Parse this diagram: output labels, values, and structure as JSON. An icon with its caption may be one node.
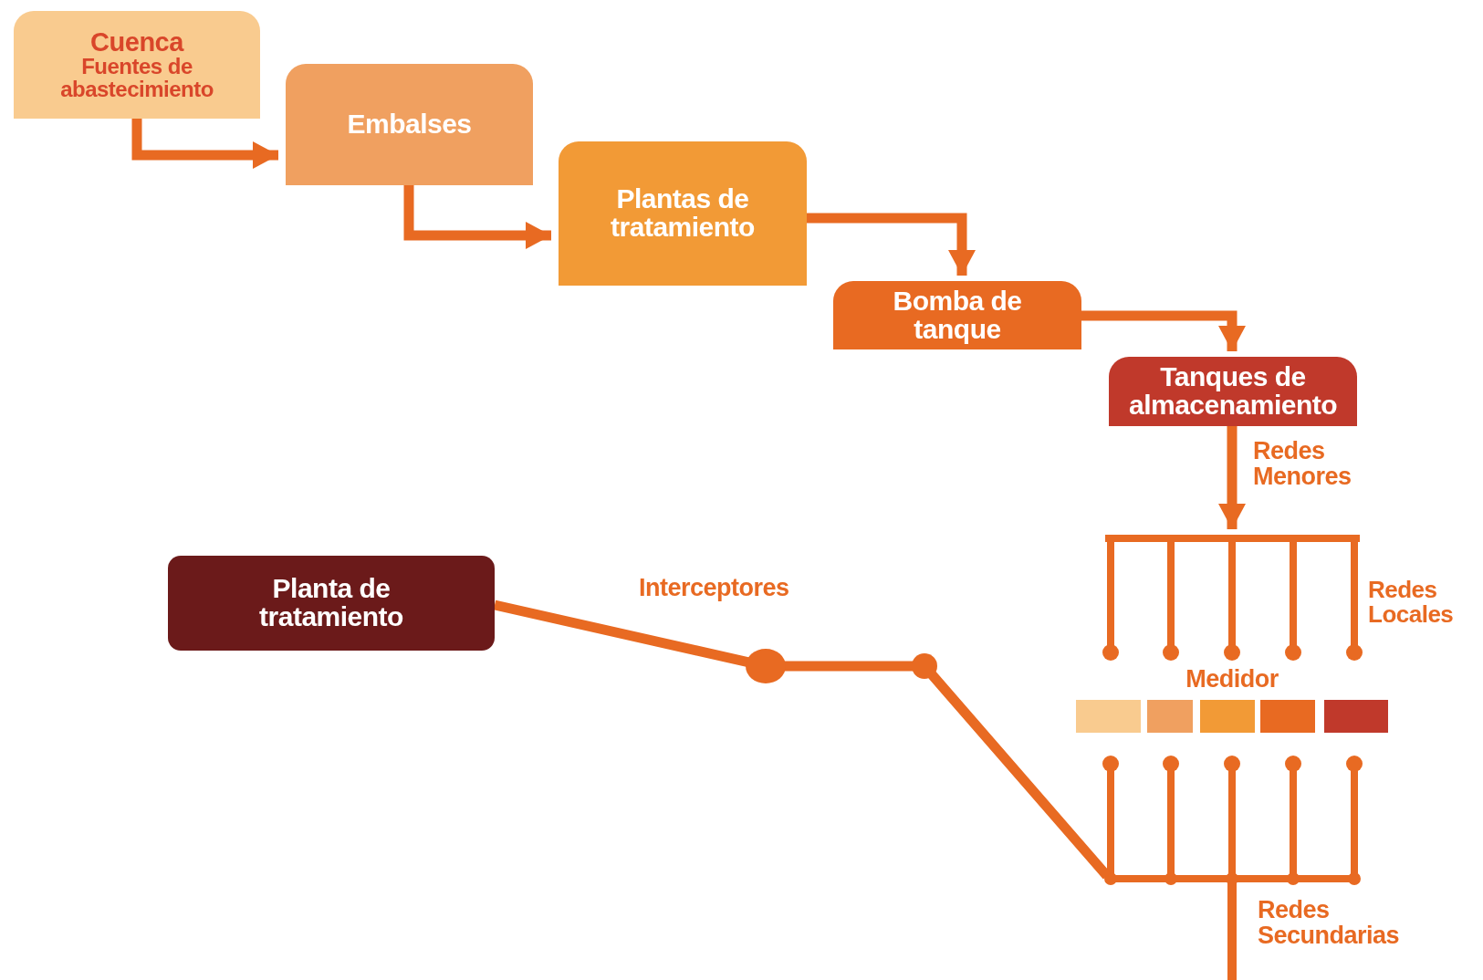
{
  "diagram": {
    "nodes": [
      {
        "text": [
          "Cuenca",
          "Fuentes de abastecimiento"
        ]
      },
      {
        "text": [
          "Embalses"
        ]
      },
      {
        "text": [
          "Plantas de tratamiento"
        ]
      },
      {
        "text": [
          "Bomba de tanque"
        ]
      },
      {
        "text": [
          "Tanques de almacenamiento"
        ]
      },
      {
        "text": [
          "Planta de tratamiento"
        ]
      },
      {
        "text": [],
        "shape": "bar"
      },
      {
        "text": [],
        "shape": "bar"
      }
    ],
    "edges": [
      {
        "from": 0,
        "to": 1,
        "arrow": "to"
      },
      {
        "from": 1,
        "to": 2,
        "arrow": "to"
      },
      {
        "from": 2,
        "to": 3,
        "arrow": "to"
      },
      {
        "from": 3,
        "to": 4,
        "arrow": "to"
      },
      {
        "from": 4,
        "to": 6,
        "arrow": "to",
        "label": "Redes Menores"
      },
      {
        "from": 7,
        "to": 5,
        "arrow": "none",
        "label": "Interceptores"
      }
    ],
    "labels": [
      "Redes Locales",
      "Medidor",
      "Redes Secundarias"
    ]
  }
}
